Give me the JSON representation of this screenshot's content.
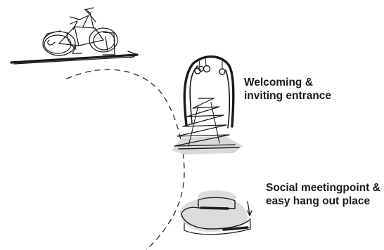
{
  "annotations": {
    "entrance": {
      "line1": "Welcoming &",
      "line2": "inviting entrance"
    },
    "meetingpoint": {
      "line1": "Social meetingpoint &",
      "line2": "easy hang out place"
    }
  },
  "colors": {
    "ink": "#1a1a1a",
    "shade": "#d9d9d9"
  },
  "icons": [
    "bicycle-sketch",
    "archway-sketch",
    "seating-sketch",
    "dashed-path"
  ]
}
